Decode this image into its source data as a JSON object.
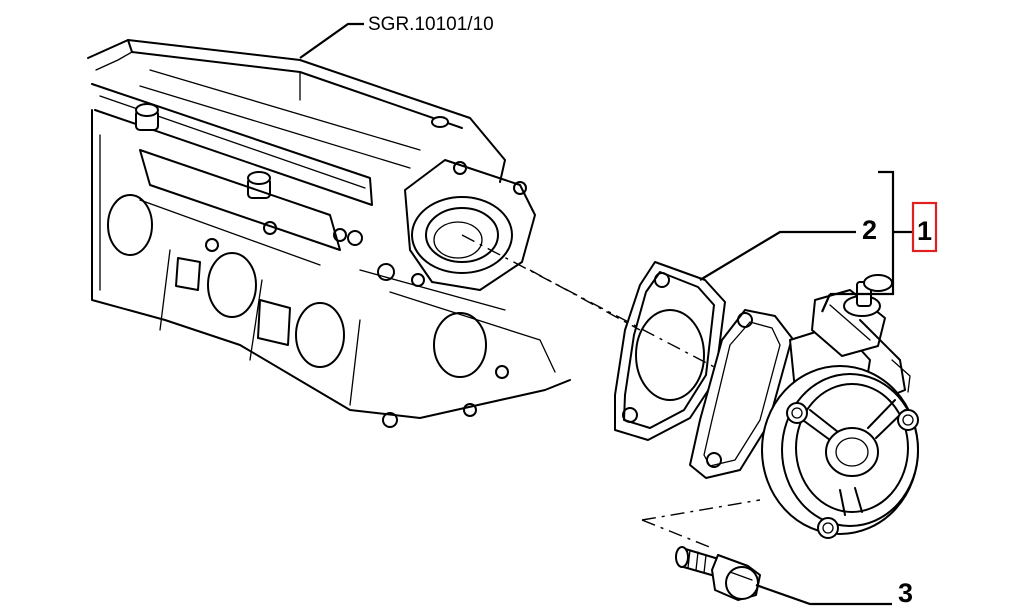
{
  "diagram": {
    "reference_code": "SGR.10101/10",
    "callouts": [
      {
        "id": "1",
        "label": "1",
        "highlighted": true
      },
      {
        "id": "2",
        "label": "2",
        "highlighted": false
      },
      {
        "id": "3",
        "label": "3",
        "highlighted": false
      }
    ],
    "highlight_color": "#e02020",
    "line_color": "#000000"
  }
}
